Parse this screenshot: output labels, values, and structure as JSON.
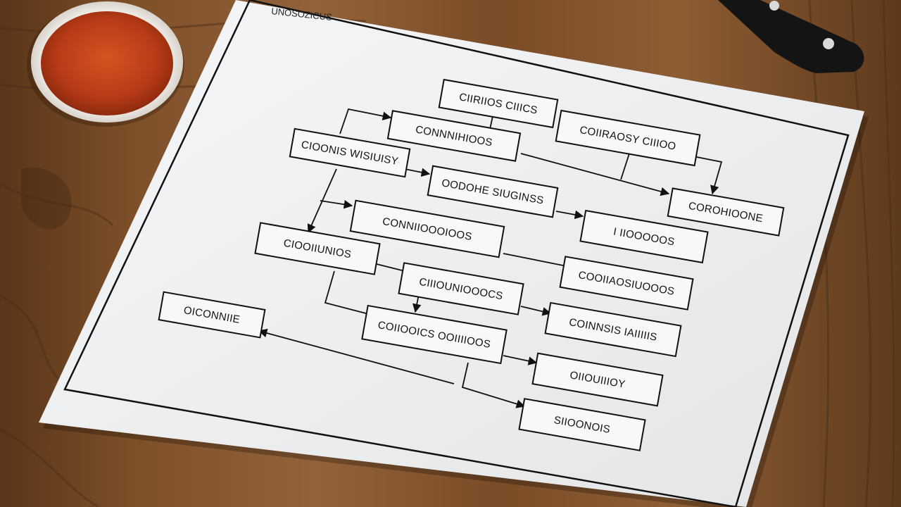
{
  "sheet": {
    "header": "UNOSOZICUS",
    "boxes": [
      {
        "id": "b1",
        "label": "CIIRIIOS  CIIICS"
      },
      {
        "id": "b2",
        "label": "CONNNIHIOOS"
      },
      {
        "id": "b3",
        "label": "COIIRAOSY  CIIIOO"
      },
      {
        "id": "b4",
        "label": "CIOONIS WISIUISY"
      },
      {
        "id": "b5",
        "label": "OODOHE  SIUGINSS"
      },
      {
        "id": "b6",
        "label": "COROHIOONE"
      },
      {
        "id": "b7",
        "label": "CONNIIOOOIOOS"
      },
      {
        "id": "b8",
        "label": "I  IIOOOOOS"
      },
      {
        "id": "b9",
        "label": "CIOOIIUNIOS"
      },
      {
        "id": "b10",
        "label": "CIIIOUNIOOOCS"
      },
      {
        "id": "b11",
        "label": "COOIIAOSIUOOOS"
      },
      {
        "id": "b12",
        "label": "OICONNIIE"
      },
      {
        "id": "b13",
        "label": "COIIOOICS  OOIIIIOOS"
      },
      {
        "id": "b14",
        "label": "COINNSIS  IAIIIIIS"
      },
      {
        "id": "b15",
        "label": "OIIOUIIIOY"
      },
      {
        "id": "b16",
        "label": "SIIOONOIS"
      }
    ]
  },
  "colors": {
    "wood_dark": "#4a2e17",
    "wood_mid": "#7a4e28",
    "wood_light": "#9b6a3c",
    "paper": "#f2f3f4",
    "ink": "#1a1a1a",
    "paprika": "#c0401a",
    "knife_handle": "#151515"
  },
  "icons": [
    "spice-bowl-icon",
    "knife-handle-icon",
    "arrowhead-icon"
  ]
}
